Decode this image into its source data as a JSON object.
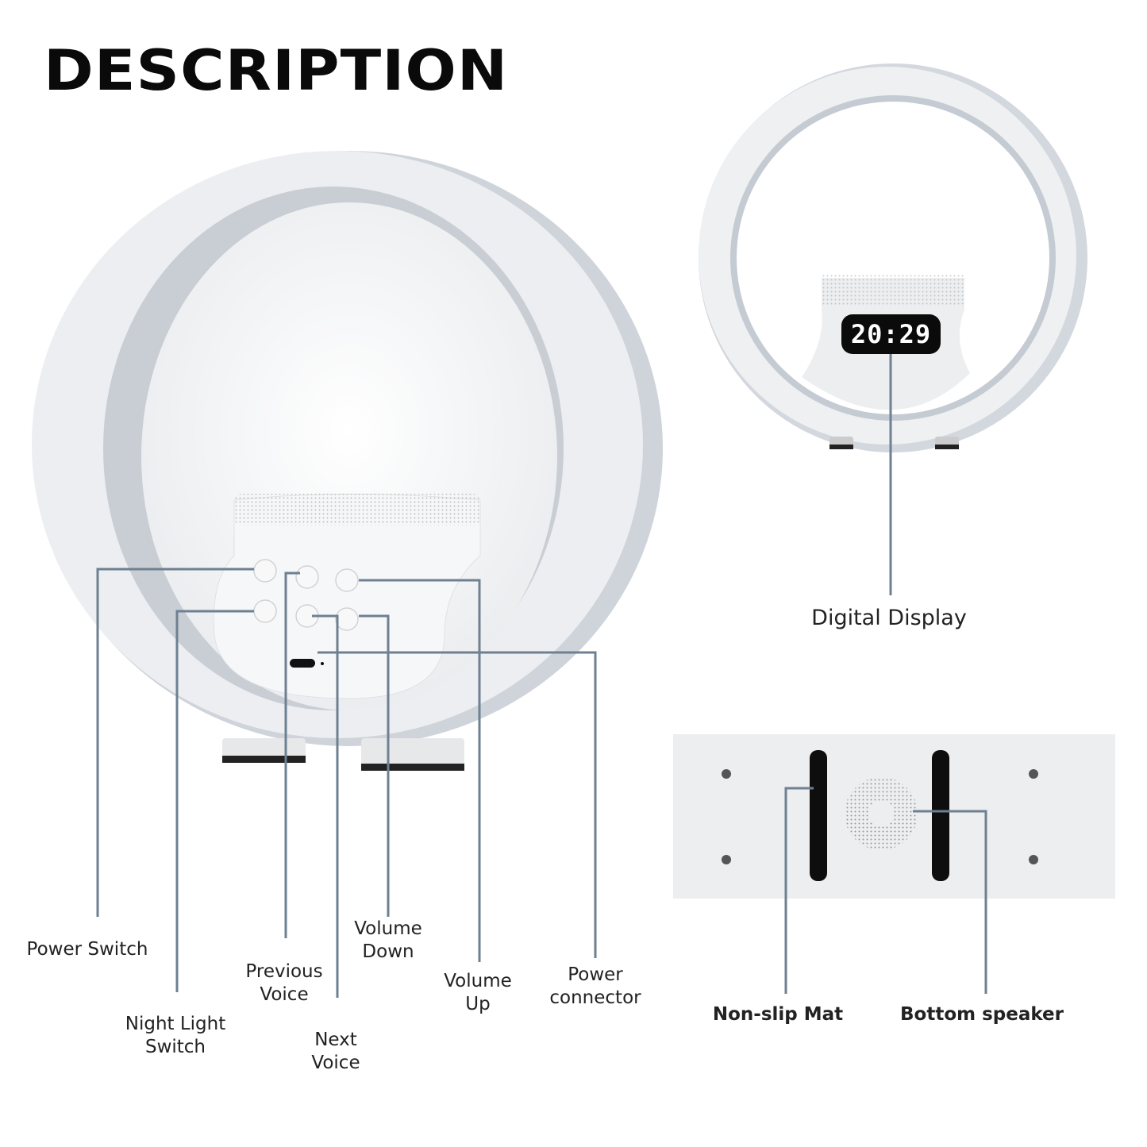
{
  "title": "DESCRIPTION",
  "display_time": "20:29",
  "callouts": {
    "power_switch": "Power Switch",
    "night_light": [
      "Night Light",
      "Switch"
    ],
    "previous_voice": [
      "Previous",
      "Voice"
    ],
    "next_voice": [
      "Next",
      "Voice"
    ],
    "volume_down": [
      "Volume",
      "Down"
    ],
    "volume_up": [
      "Volume",
      "Up"
    ],
    "power_connector": [
      "Power",
      "connector"
    ],
    "digital_display": "Digital Display",
    "non_slip_mat": "Non-slip Mat",
    "bottom_speaker": "Bottom speaker"
  },
  "colors": {
    "leader_line": "#6e8091",
    "ring": "#dfe2e6",
    "body": "#f3f4f5"
  }
}
